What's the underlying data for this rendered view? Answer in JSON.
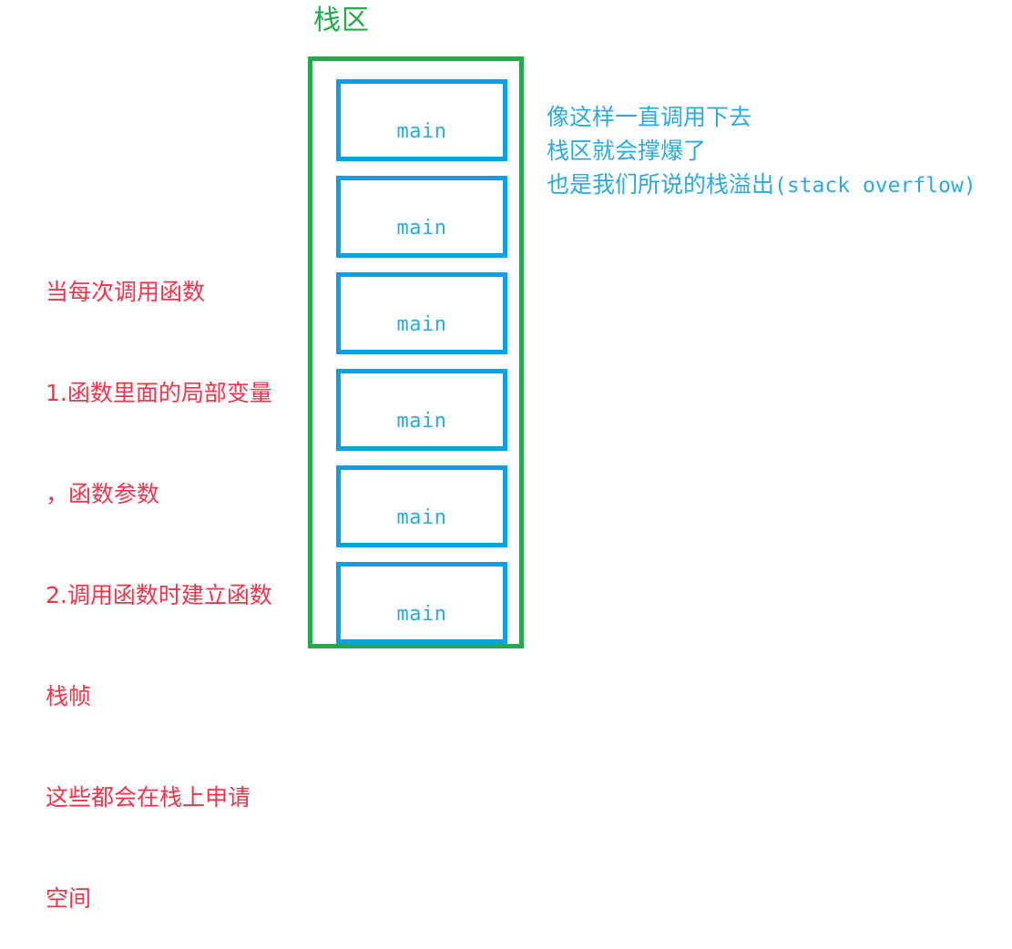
{
  "diagram": {
    "title": "栈区",
    "colors": {
      "region_border": "#22aa4b",
      "frame_border": "#0aa0e8",
      "frame_label": "#29abe2",
      "left_note": "#f4334a",
      "right_note": "#29abe2",
      "background": "#ffffff"
    },
    "stack_region": {
      "label": "栈区",
      "frames": [
        {
          "label": "main"
        },
        {
          "label": "main"
        },
        {
          "label": "main"
        },
        {
          "label": "main"
        },
        {
          "label": "main"
        },
        {
          "label": "main"
        }
      ]
    },
    "left_note": {
      "lines": [
        "当每次调用函数",
        "1.函数里面的局部变量",
        "，函数参数",
        "2.调用函数时建立函数",
        "栈帧",
        "这些都会在栈上申请",
        "空间"
      ]
    },
    "right_note": {
      "lines": [
        "像这样一直调用下去",
        "栈区就会撑爆了"
      ],
      "last_line_prefix": "也是我们所说的栈溢出",
      "last_line_mono": "(stack overflow)"
    }
  }
}
